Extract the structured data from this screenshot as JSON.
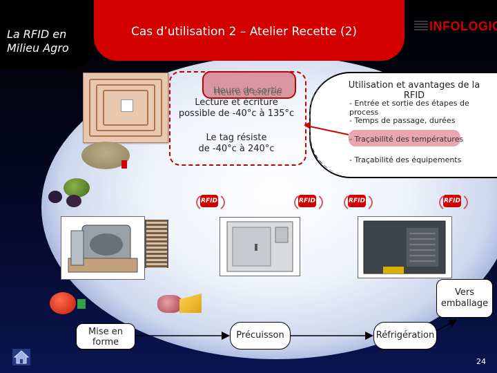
{
  "sidebar": {
    "title_line1": "La RFID en",
    "title_line2": "Milieu Agro"
  },
  "header": {
    "title": "Cas d’utilisation 2 – Atelier Recette (2)"
  },
  "logo": {
    "text": "INFOLOGIC"
  },
  "tag_info": {
    "hint": "Heure de sortie",
    "hint_overlap": "Heure d’entrée",
    "read_line1": "Lecture et écriture",
    "read_line2": "possible de -40°c à 135°c",
    "resist_line1": "Le tag résiste",
    "resist_line2": "de -40°c à 240°c"
  },
  "usage": {
    "title": "Utilisation et avantages de la RFID",
    "items": [
      "- Entrée et sortie des étapes de process",
      "- Temps de passage, durées",
      "- Traçabilité des températures",
      "- Traçabilité des équipements"
    ],
    "highlighted_index": 2
  },
  "rfid_badges": [
    "RFID",
    "RFID",
    "RFID",
    "RFID"
  ],
  "stages": {
    "mise_line1": "Mise en",
    "mise_line2": "forme",
    "precuisson": "Précuisson",
    "refrigeration": "Réfrigération",
    "vers_line1": "Vers",
    "vers_line2": "emballage"
  },
  "icons": {
    "home": "home-icon"
  },
  "colors": {
    "accent_red": "#d30000",
    "hint_pink": "#d68c96"
  },
  "page_number": "24"
}
